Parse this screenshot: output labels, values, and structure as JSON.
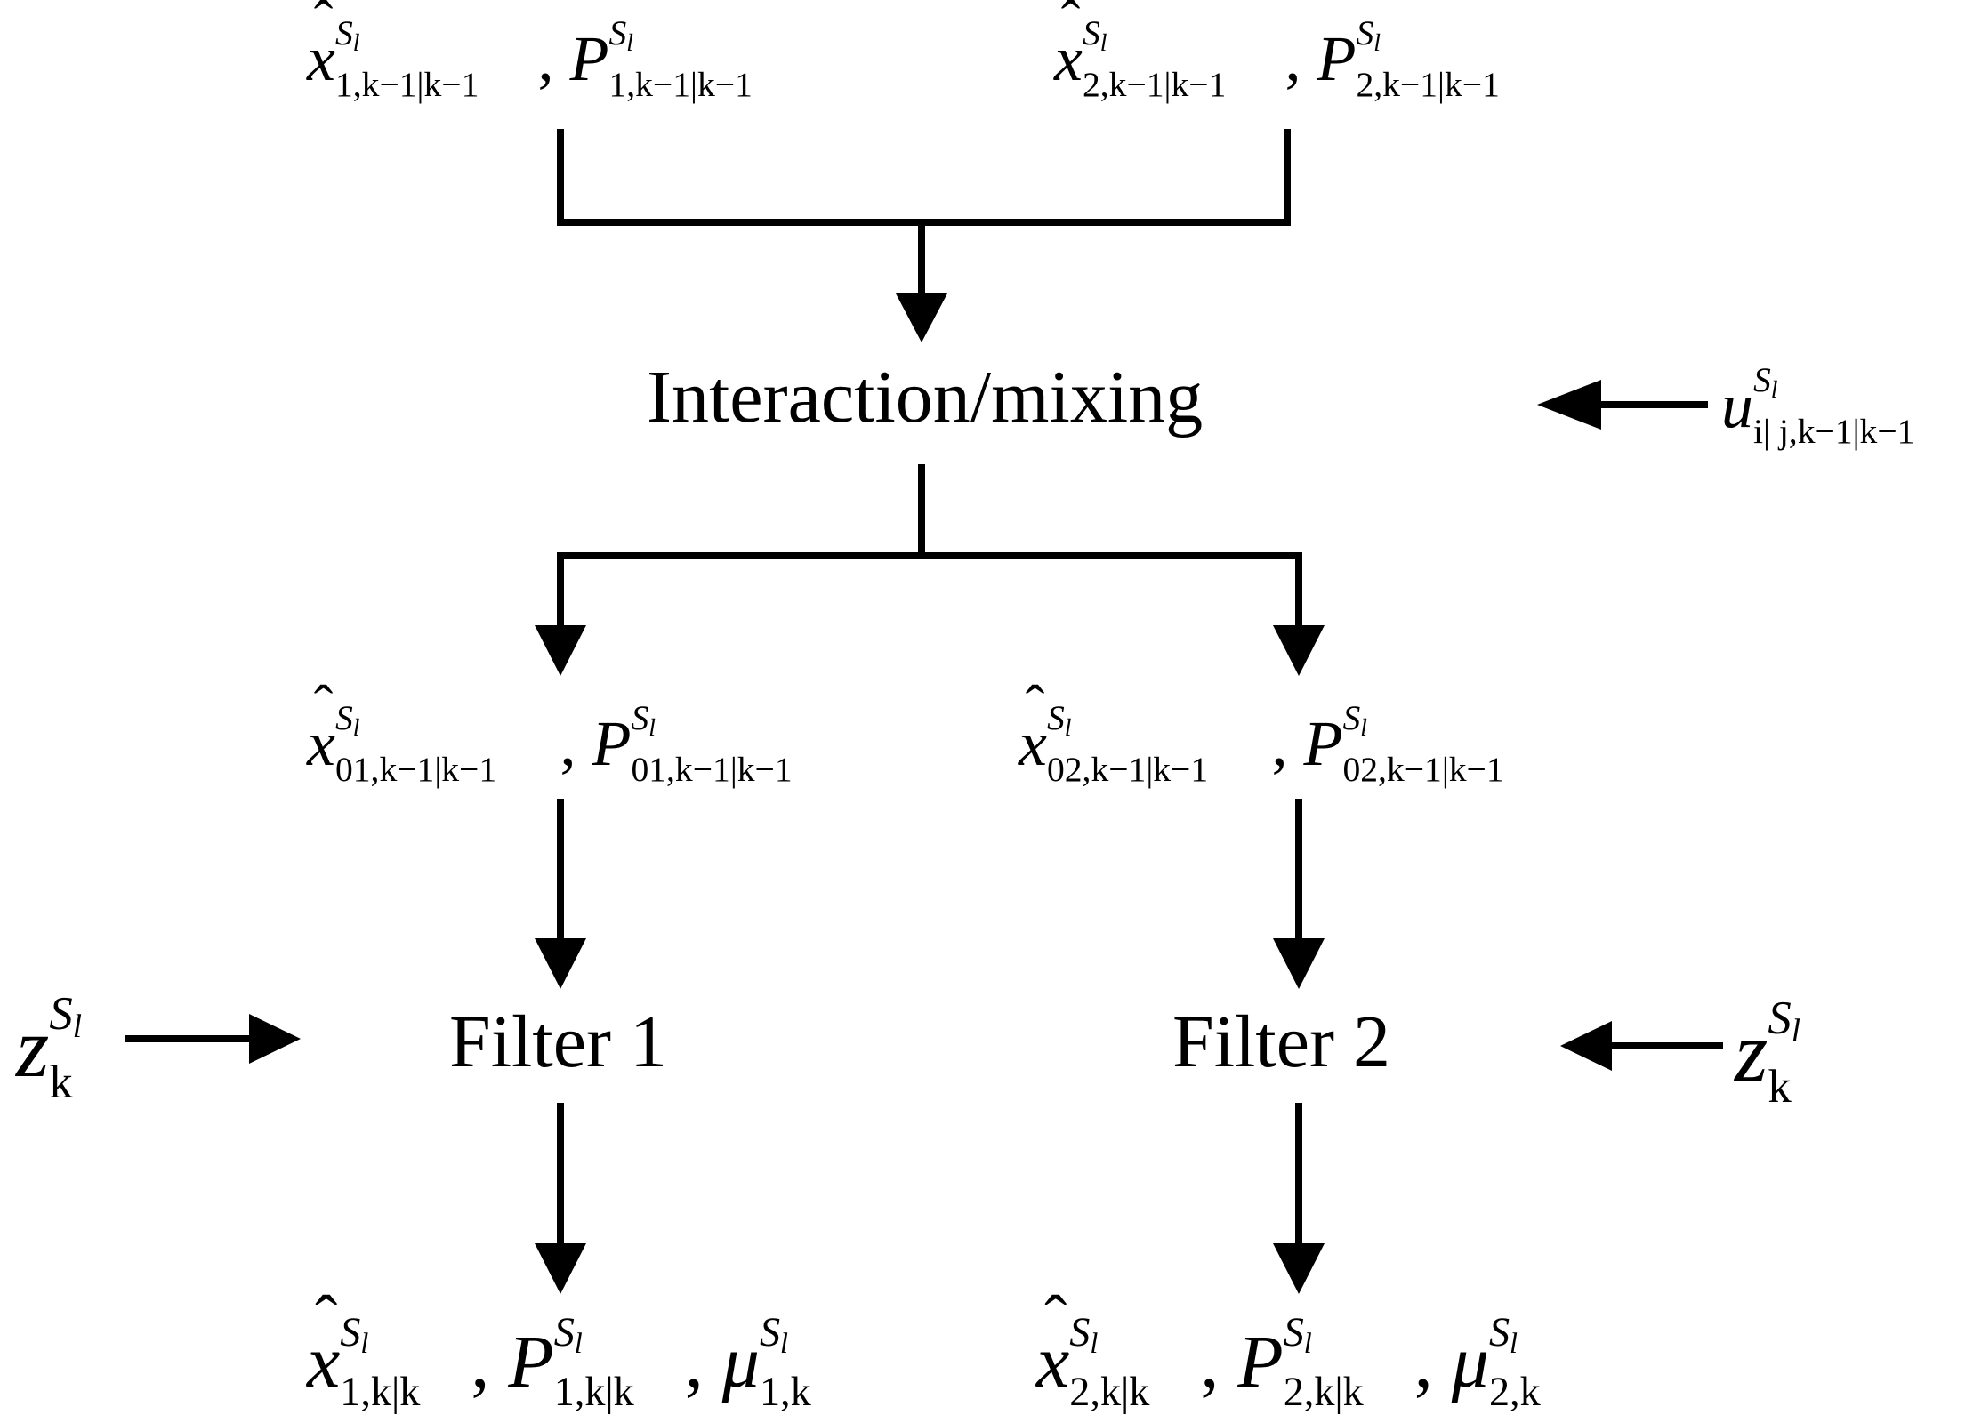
{
  "top_inputs": {
    "model1": {
      "x": "x",
      "P": "P",
      "sup": "S",
      "sup_sub": "l",
      "sub": "1,k−1|k−1"
    },
    "model2": {
      "x": "x",
      "P": "P",
      "sup": "S",
      "sup_sub": "l",
      "sub": "2,k−1|k−1"
    }
  },
  "interaction_label": "Interaction/mixing",
  "mode_prob": {
    "u": "u",
    "sup": "S",
    "sup_sub": "l",
    "sub": "i| j,k−1|k−1"
  },
  "mixed_outputs": {
    "model1": {
      "x": "x",
      "P": "P",
      "sup": "S",
      "sup_sub": "l",
      "sub": "01,k−1|k−1"
    },
    "model2": {
      "x": "x",
      "P": "P",
      "sup": "S",
      "sup_sub": "l",
      "sub": "02,k−1|k−1"
    }
  },
  "filters": {
    "filter1": "Filter 1",
    "filter2": "Filter 2"
  },
  "measurement": {
    "z": "z",
    "sup": "S",
    "sup_sub": "l",
    "sub": "k"
  },
  "filter_outputs": {
    "model1": {
      "x": "x",
      "P": "P",
      "mu": "μ",
      "sup": "S",
      "sup_sub": "l",
      "sub_xp": "1,k|k",
      "sub_mu": "1,k"
    },
    "model2": {
      "x": "x",
      "P": "P",
      "mu": "μ",
      "sup": "S",
      "sup_sub": "l",
      "sub_xp": "2,k|k",
      "sub_mu": "2,k"
    }
  },
  "punctuation": {
    "comma": ","
  }
}
